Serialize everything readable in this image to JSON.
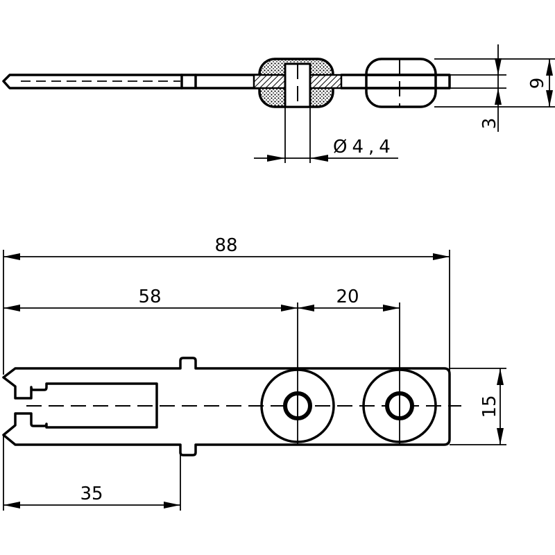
{
  "drawing": {
    "dimensions": {
      "overall_length": "88",
      "hole_position": "58",
      "hole_spacing": "20",
      "slot_length": "35",
      "width": "15",
      "grommet_height": "9",
      "plate_offset": "3",
      "hole_diameter": "Ø4,4"
    },
    "colors": {
      "line": "#000000",
      "background": "#ffffff",
      "hatch": "#000000"
    }
  }
}
